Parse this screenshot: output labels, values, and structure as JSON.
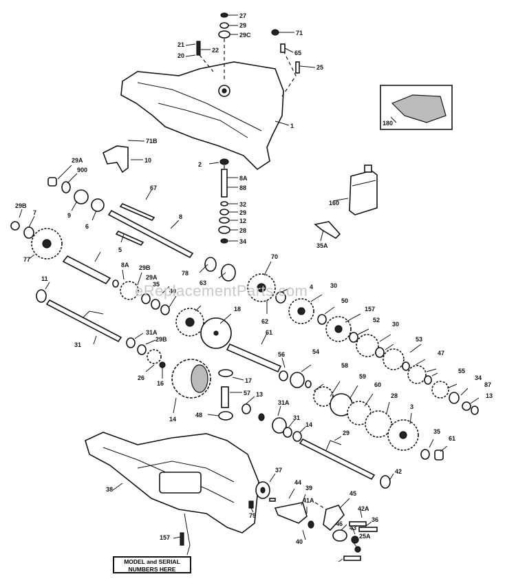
{
  "watermark": "eReplacementParts.com",
  "serial_note": {
    "line1": "MODEL and SERIAL",
    "line2": "NUMBERS HERE"
  },
  "callouts": [
    "27",
    "29",
    "29C",
    "71",
    "21",
    "22",
    "20",
    "65",
    "25",
    "1",
    "71B",
    "10",
    "2",
    "8A",
    "88",
    "32",
    "29",
    "12",
    "28",
    "34",
    "29A",
    "900",
    "180",
    "160",
    "35A",
    "29B",
    "7",
    "9",
    "6",
    "67",
    "8",
    "5",
    "77",
    "78",
    "63",
    "70",
    "8A",
    "29B",
    "29A",
    "35",
    "40",
    "30",
    "50",
    "157",
    "11",
    "18",
    "62",
    "4",
    "61",
    "30",
    "52",
    "53",
    "47",
    "31",
    "31A",
    "29B",
    "56",
    "54",
    "55",
    "34",
    "87",
    "13",
    "26",
    "16",
    "14",
    "17",
    "57",
    "58",
    "59",
    "60",
    "28",
    "13",
    "31A",
    "31",
    "14",
    "48",
    "29",
    "35",
    "61",
    "3",
    "38",
    "37",
    "44",
    "39",
    "41A",
    "45",
    "42A",
    "36",
    "79",
    "40",
    "46",
    "43",
    "25A",
    "157",
    "42"
  ]
}
